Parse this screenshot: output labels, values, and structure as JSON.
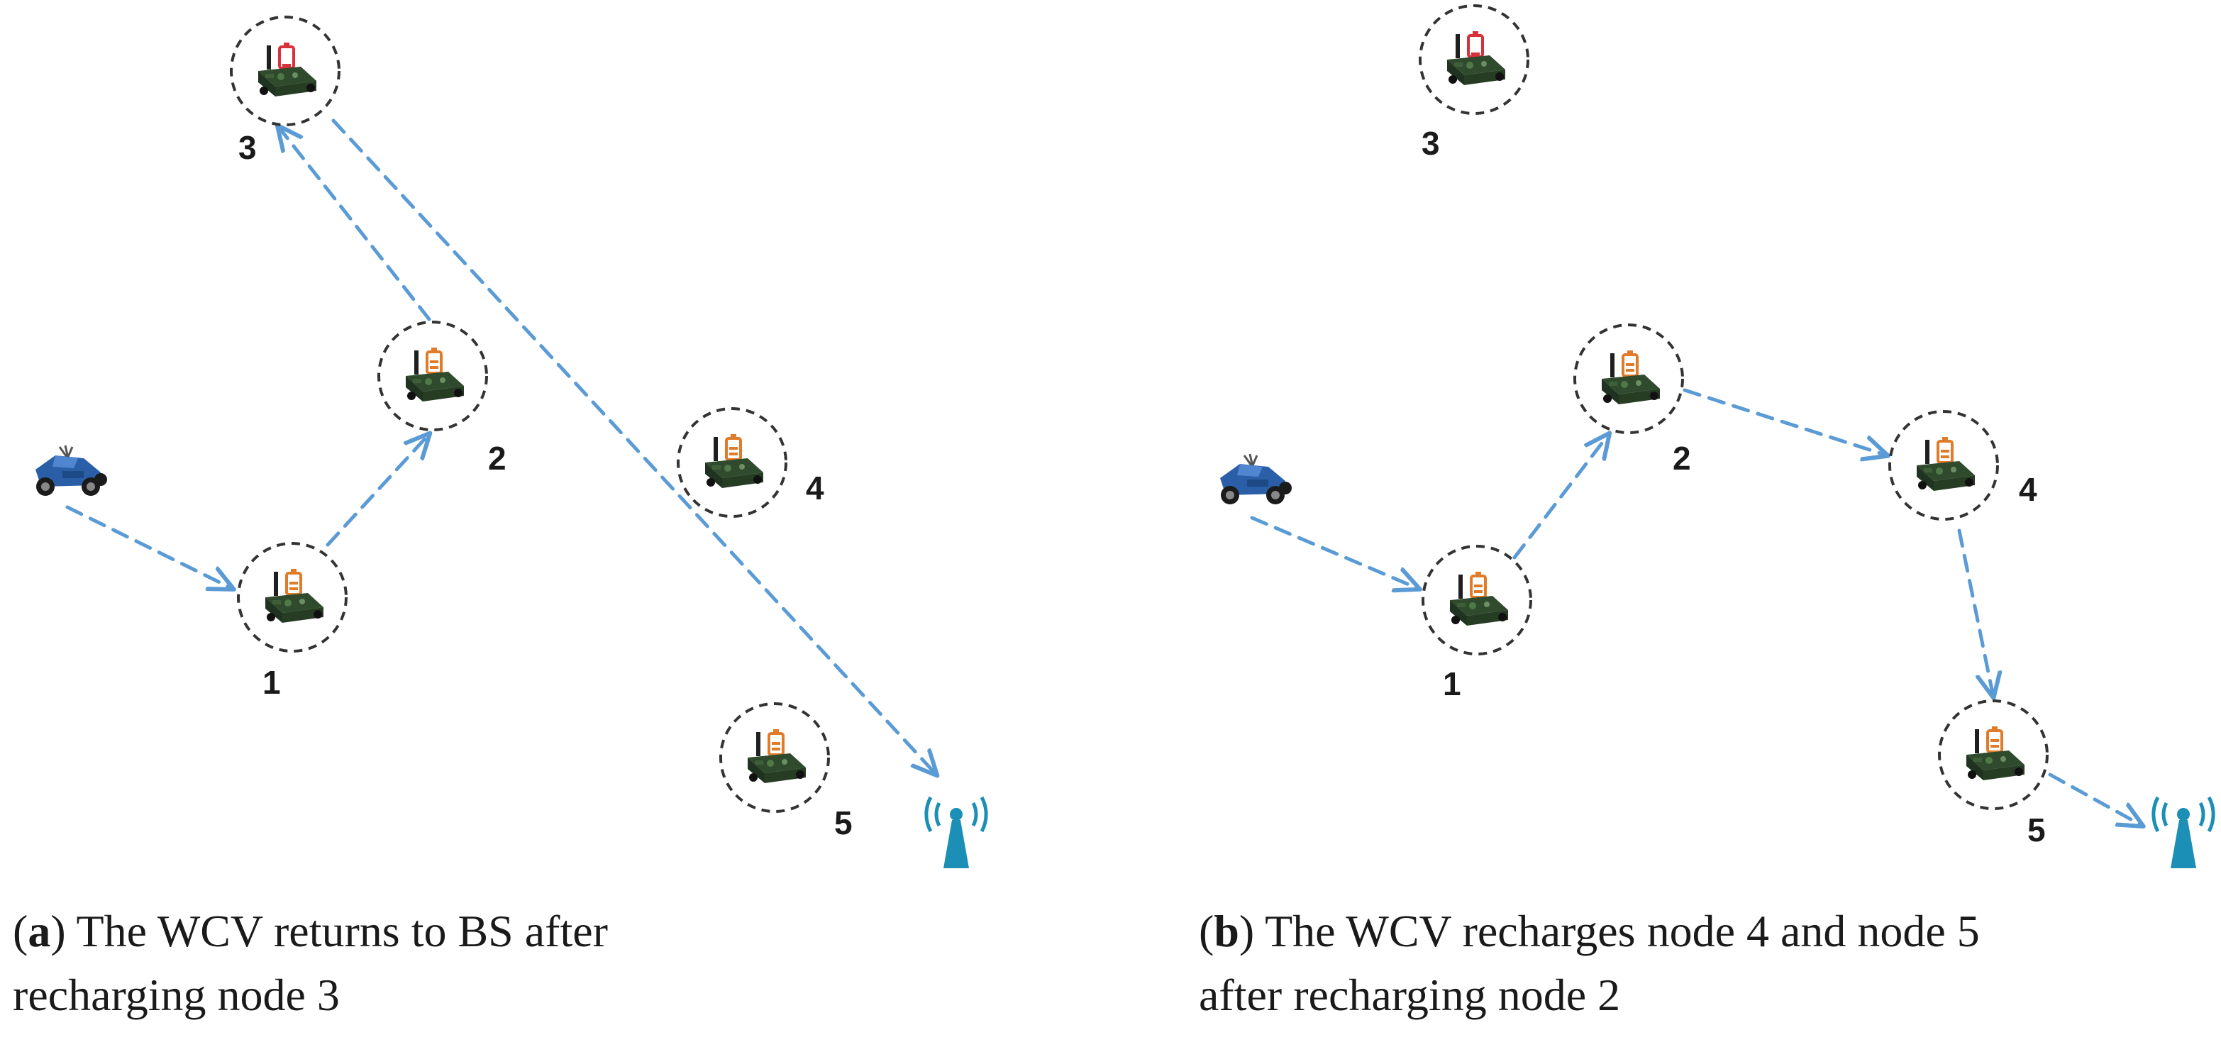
{
  "panels": [
    {
      "id": "a",
      "caption": {
        "paren_open": "(",
        "letter": "a",
        "line1": ") The WCV returns to BS after",
        "line2": "recharging node 3"
      },
      "nodes": [
        {
          "label": "1"
        },
        {
          "label": "2"
        },
        {
          "label": "3"
        },
        {
          "label": "4"
        },
        {
          "label": "5"
        }
      ],
      "path": [
        "WCV",
        "1",
        "2",
        "3",
        "BS"
      ]
    },
    {
      "id": "b",
      "caption": {
        "paren_open": "(",
        "letter": "b",
        "line1": ") The WCV recharges node 4 and node 5",
        "line2": "after recharging node 2"
      },
      "nodes": [
        {
          "label": "1"
        },
        {
          "label": "2"
        },
        {
          "label": "3"
        },
        {
          "label": "4"
        },
        {
          "label": "5"
        }
      ],
      "path": [
        "WCV",
        "1",
        "2",
        "4",
        "5",
        "BS"
      ]
    }
  ],
  "colors": {
    "arrow": "#5b9bd5",
    "node_ring": "#333333",
    "board": "#2f4a2c",
    "battery": "#e07b2a",
    "battery_low": "#d9313a",
    "vehicle": "#2a5fa8",
    "tower": "#1b8fb5"
  },
  "icons": {
    "vehicle": "wcv-vehicle-icon",
    "sensor": "sensor-node-icon",
    "base_station": "base-station-icon"
  }
}
